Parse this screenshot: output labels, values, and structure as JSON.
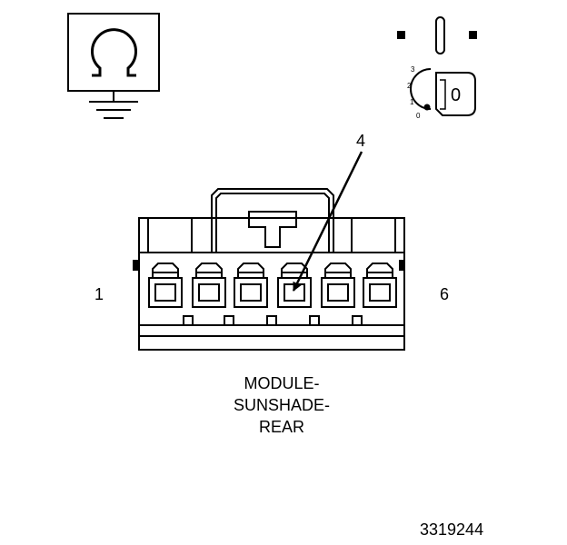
{
  "icons": {
    "ohmmeter": "ohm-ground-icon",
    "ignition": "ignition-key-off-icon"
  },
  "ignition": {
    "positions": [
      "3",
      "2",
      "1",
      "0"
    ],
    "key_label": "0"
  },
  "connector": {
    "pin_left": "1",
    "pin_right": "6",
    "callout": "4",
    "caption": [
      "MODULE-",
      "SUNSHADE-",
      "REAR"
    ]
  },
  "figure_id": "3319244"
}
